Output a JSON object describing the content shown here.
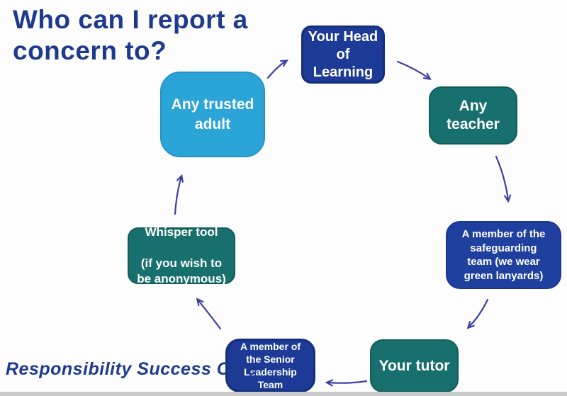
{
  "title": "Who can I report a\nconcern to?",
  "motto": "Responsibility Success Care",
  "colors": {
    "navy_box": "#1c3a96",
    "blue_box": "#2040a0",
    "teal_box": "#17706d",
    "light_blue_box": "#2ba4d8",
    "arrow": "#3c3f9f",
    "title_text": "#1e3a8e",
    "box_text": "#ffffff"
  },
  "nodes": [
    {
      "id": "head-of-learning",
      "label": "Your Head\nof\nLearning",
      "color": "navy"
    },
    {
      "id": "any-teacher",
      "label": "Any\nteacher",
      "color": "teal"
    },
    {
      "id": "safeguarding-team",
      "label": "A member of the\nsafeguarding\nteam (we wear\ngreen lanyards)",
      "color": "blue"
    },
    {
      "id": "your-tutor",
      "label": "Your tutor",
      "color": "teal"
    },
    {
      "id": "senior-leadership",
      "label": "A member of\nthe Senior\nLeadership\nTeam",
      "color": "navy"
    },
    {
      "id": "whisper-tool",
      "label": "Whisper tool\n\n(if you wish to\nbe anonymous)",
      "color": "teal"
    },
    {
      "id": "trusted-adult",
      "label": "Any trusted\nadult",
      "color": "lightblue"
    }
  ],
  "edges": [
    {
      "from": "trusted-adult",
      "to": "head-of-learning"
    },
    {
      "from": "head-of-learning",
      "to": "any-teacher"
    },
    {
      "from": "any-teacher",
      "to": "safeguarding-team"
    },
    {
      "from": "safeguarding-team",
      "to": "your-tutor"
    },
    {
      "from": "your-tutor",
      "to": "senior-leadership"
    },
    {
      "from": "senior-leadership",
      "to": "whisper-tool"
    },
    {
      "from": "whisper-tool",
      "to": "trusted-adult"
    }
  ]
}
